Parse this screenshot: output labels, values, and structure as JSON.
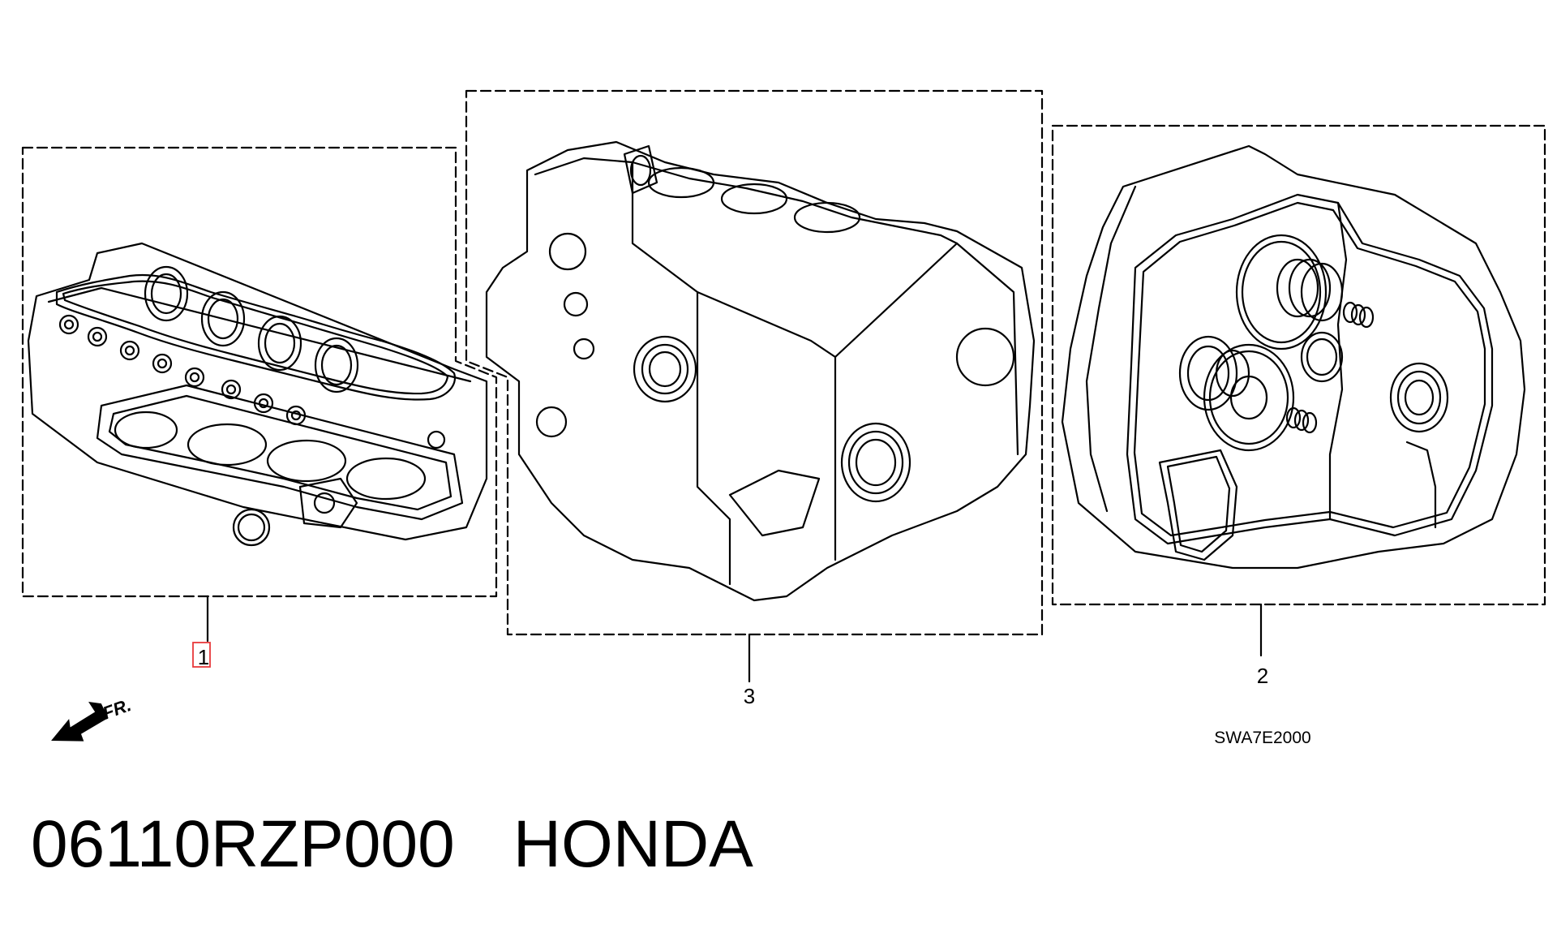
{
  "diagram": {
    "callouts": [
      {
        "id": "head-gasket-kit",
        "number": "1",
        "highlighted": true
      },
      {
        "id": "block-gasket-kit",
        "number": "3",
        "highlighted": false
      },
      {
        "id": "transmission-gasket-kit",
        "number": "2",
        "highlighted": false
      }
    ],
    "front_marker": "FR.",
    "diagram_code": "SWA7E2000",
    "highlight_color": "#e8393a"
  },
  "footer": {
    "part_number": "06110RZP000",
    "brand": "HONDA"
  }
}
